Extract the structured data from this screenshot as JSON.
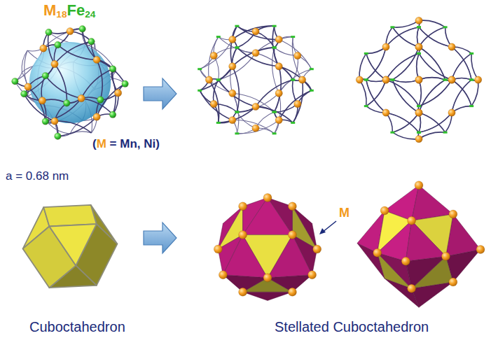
{
  "diagram": {
    "labels": [
      "M18Fe24",
      "(M = Mn, Ni)",
      "a = 0.68 nm",
      "Cuboctahedron",
      "Stellated Cuboctahedron",
      "M"
    ]
  }
}
